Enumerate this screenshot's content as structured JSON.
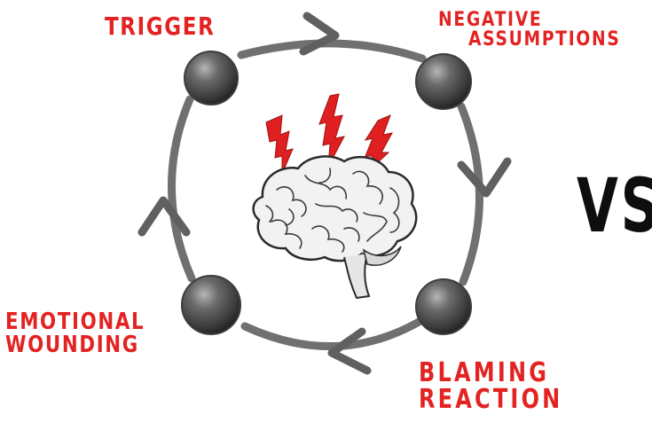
{
  "labels": {
    "trigger": "TRIGGER",
    "negative_line1": "NEGATIVE",
    "negative_line2": "ASSUMPTIONS",
    "emotional_line1": "EMOTIONAL",
    "emotional_line2": "WOUNDING",
    "blaming_line1": "BLAMING",
    "blaming_line2": "REACTION",
    "vs": "VS"
  },
  "colors": {
    "label_red": "#e32222",
    "bolt_red": "#e02020",
    "node_gray": "#5a5a5a",
    "ring_gray": "#6f6f6f",
    "vs_black": "#0e0e0e"
  },
  "icons": [
    "brain-icon",
    "lightning-bolt-icon",
    "cycle-arrow-icon"
  ]
}
